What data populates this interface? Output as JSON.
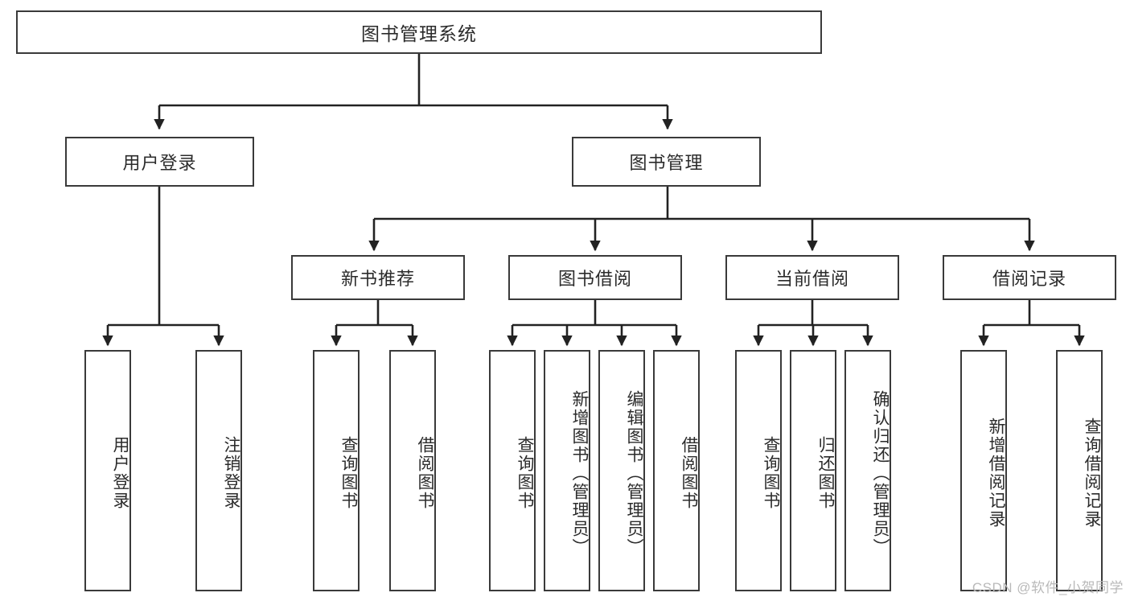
{
  "diagram": {
    "type": "tree-hierarchy-chart",
    "title": "图书管理系统",
    "watermark": "CSDN @软件_小贺同学",
    "colors": {
      "box_border": "#3a3a3a",
      "box_fill": "#ffffff",
      "edge": "#222222",
      "text": "#2b2b2b",
      "watermark": "#b9b9b9",
      "background": "#ffffff"
    },
    "root": {
      "label": "图书管理系统"
    },
    "level2": [
      {
        "label": "用户登录"
      },
      {
        "label": "图书管理"
      }
    ],
    "level3": [
      {
        "label": "新书推荐"
      },
      {
        "label": "图书借阅"
      },
      {
        "label": "当前借阅"
      },
      {
        "label": "借阅记录"
      }
    ],
    "leaves": {
      "user_login": [
        {
          "label": "用户登录"
        },
        {
          "label": "注销登录"
        }
      ],
      "new_book_recommend": [
        {
          "label": "查询图书"
        },
        {
          "label": "借阅图书"
        }
      ],
      "book_borrow": [
        {
          "label": "查询图书"
        },
        {
          "label": "新增图书（管理员）"
        },
        {
          "label": "编辑图书（管理员）"
        },
        {
          "label": "借阅图书"
        }
      ],
      "current_borrow": [
        {
          "label": "查询图书"
        },
        {
          "label": "归还图书"
        },
        {
          "label": "确认归还（管理员）"
        }
      ],
      "borrow_record": [
        {
          "label": "新增借阅记录"
        },
        {
          "label": "查询借阅记录"
        }
      ]
    }
  }
}
